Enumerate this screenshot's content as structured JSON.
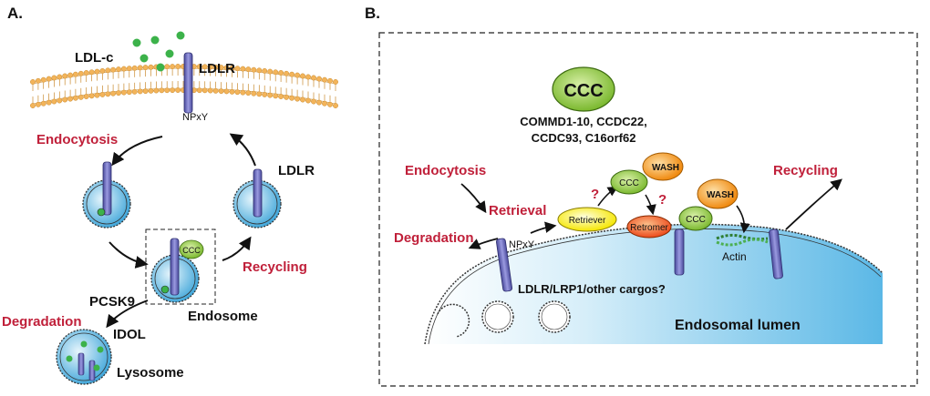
{
  "panelA": {
    "label": "A.",
    "ldl_c": "LDL-c",
    "ldlr_top": "LDLR",
    "npxy": "NPxY",
    "endocytosis": "Endocytosis",
    "ldlr_right": "LDLR",
    "ccc": "CCC",
    "recycling": "Recycling",
    "pcsk9": "PCSK9",
    "endosome": "Endosome",
    "degradation": "Degradation",
    "idol": "IDOL",
    "lysosome": "Lysosome"
  },
  "panelB": {
    "label": "B.",
    "ccc_big": "CCC",
    "components_line1": "COMMD1-10, CCDC22,",
    "components_line2": "CCDC93, C16orf62",
    "endocytosis": "Endocytosis",
    "retrieval": "Retrieval",
    "degradation": "Degradation",
    "recycling": "Recycling",
    "retriever": "Retriever",
    "ccc_small_1": "CCC",
    "wash_1": "WASH",
    "question_1": "?",
    "question_2": "?",
    "retromer": "Retromer",
    "ccc_small_2": "CCC",
    "wash_2": "WASH",
    "actin": "Actin",
    "npxy": "NPxY",
    "cargos": "LDLR/LRP1/other cargos?",
    "lumen": "Endosomal lumen"
  },
  "colors": {
    "red_label": "#c0203a",
    "receptor": "#6a6ab8",
    "membrane_bead": "#f3b45a",
    "ldl_dot": "#3cb24a",
    "endosome_blue": "#4aaee0",
    "ccc_green": "#8cc63f",
    "wash_orange": "#f7941d",
    "retriever_yellow": "#fff200",
    "retromer_red": "#f15a24"
  }
}
